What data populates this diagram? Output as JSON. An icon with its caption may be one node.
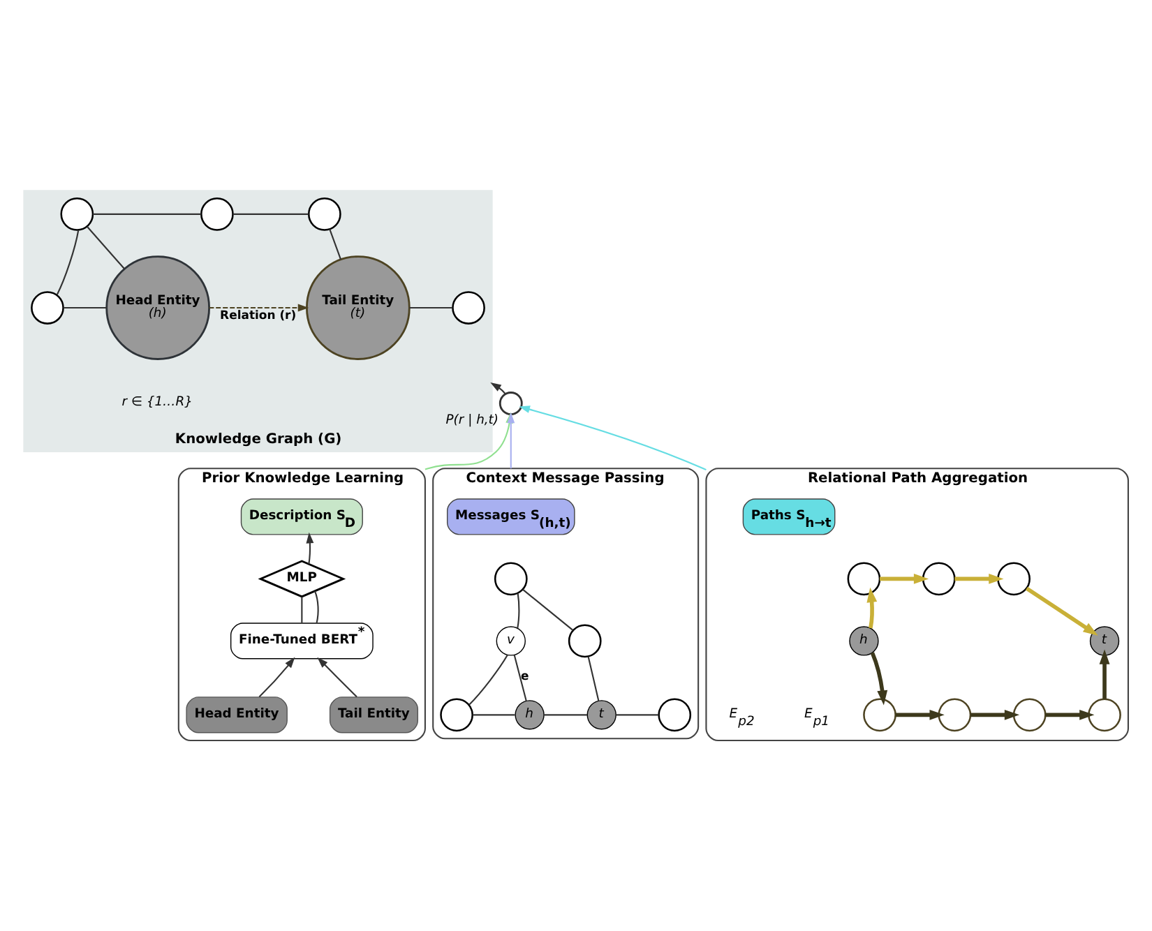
{
  "diagram": {
    "nodes": [
      {
        "text": [
          "Knowledge Graph (G)"
        ]
      },
      {
        "text": [],
        "shape": "circle",
        "in": 0
      },
      {
        "text": [],
        "shape": "circle",
        "in": 0
      },
      {
        "text": [],
        "shape": "circle",
        "in": 0
      },
      {
        "text": [],
        "shape": "circle",
        "in": 0
      },
      {
        "text": [
          "Head Entity",
          "(h)"
        ],
        "in": 0
      },
      {
        "text": [
          "Tail Entity",
          "(t)"
        ],
        "in": 0
      },
      {
        "text": [],
        "shape": "circle",
        "in": 0
      },
      {
        "text": [],
        "shape": "circle",
        "beside": [
          "P(r | h,t)"
        ]
      },
      {
        "text": [
          "Prior Knowledge Learning"
        ]
      },
      {
        "text": [
          "Description S$_{D}$"
        ],
        "in": 9
      },
      {
        "text": [
          "MLP"
        ],
        "in": 9
      },
      {
        "text": [
          "Fine-Tuned BERT$^{*}$"
        ],
        "in": 9
      },
      {
        "text": [
          "Head Entity"
        ],
        "in": 9
      },
      {
        "text": [
          "Tail Entity"
        ],
        "in": 9
      },
      {
        "text": [
          "Context Message Passing"
        ]
      },
      {
        "text": [
          "Messages S$_{(h,t)}$"
        ],
        "in": 15
      },
      {
        "text": [],
        "shape": "circle",
        "in": 15
      },
      {
        "text": [
          "v"
        ],
        "in": 15
      },
      {
        "text": [],
        "shape": "circle",
        "in": 15
      },
      {
        "text": [],
        "shape": "circle",
        "in": 15
      },
      {
        "text": [
          "h"
        ],
        "in": 15
      },
      {
        "text": [
          "t"
        ],
        "in": 15
      },
      {
        "text": [],
        "shape": "circle",
        "in": 15
      },
      {
        "text": [
          "Relational Path Aggregation"
        ]
      },
      {
        "text": [
          "Paths S$_{h→t}$"
        ],
        "in": 24
      },
      {
        "text": [],
        "shape": "circle",
        "in": 24
      },
      {
        "text": [],
        "shape": "circle",
        "in": 24
      },
      {
        "text": [],
        "shape": "circle",
        "in": 24
      },
      {
        "text": [
          "h"
        ],
        "in": 24
      },
      {
        "text": [
          "t"
        ],
        "in": 24
      },
      {
        "text": [],
        "shape": "circle",
        "in": 24
      },
      {
        "text": [],
        "shape": "circle",
        "in": 24
      },
      {
        "text": [],
        "shape": "circle",
        "in": 24
      },
      {
        "text": [],
        "shape": "circle",
        "in": 24
      }
    ],
    "edges": [
      {
        "from": 4,
        "to": 1,
        "arrow": "none"
      },
      {
        "from": 1,
        "to": 2,
        "arrow": "none"
      },
      {
        "from": 2,
        "to": 3,
        "arrow": "none"
      },
      {
        "from": 5,
        "to": 1,
        "arrow": "none"
      },
      {
        "from": 6,
        "to": 3,
        "arrow": "none"
      },
      {
        "from": 4,
        "to": 5,
        "arrow": "none"
      },
      {
        "from": 5,
        "to": 6,
        "arrow": "to",
        "label": "Relation (r)",
        "style": "dashed",
        "color": "#4d4322"
      },
      {
        "from": 6,
        "to": 7,
        "arrow": "none"
      },
      {
        "from": 8,
        "to": 0,
        "arrow": "to"
      },
      {
        "from": 9,
        "to": 8,
        "arrow": "to",
        "color": "#90e090"
      },
      {
        "from": 15,
        "to": 8,
        "arrow": "to",
        "color": "#a8b0f0"
      },
      {
        "from": 24,
        "to": 8,
        "arrow": "to",
        "color": "#66dde3"
      },
      {
        "from": 13,
        "to": 12,
        "arrow": "to"
      },
      {
        "from": 14,
        "to": 12,
        "arrow": "to"
      },
      {
        "from": 12,
        "to": 11,
        "arrow": "none"
      },
      {
        "from": 12,
        "to": 11,
        "arrow": "none"
      },
      {
        "from": 11,
        "to": 10,
        "arrow": "to"
      },
      {
        "from": 18,
        "to": 17,
        "arrow": "none"
      },
      {
        "from": 19,
        "to": 17,
        "arrow": "none"
      },
      {
        "from": 20,
        "to": 18,
        "arrow": "none"
      },
      {
        "from": 21,
        "to": 18,
        "arrow": "none",
        "label": "e"
      },
      {
        "from": 20,
        "to": 21,
        "arrow": "none"
      },
      {
        "from": 21,
        "to": 22,
        "arrow": "none"
      },
      {
        "from": 22,
        "to": 19,
        "arrow": "none"
      },
      {
        "from": 22,
        "to": 23,
        "arrow": "none"
      },
      {
        "from": 29,
        "to": 26,
        "arrow": "to",
        "style": "thick",
        "color": "#c9b037"
      },
      {
        "from": 26,
        "to": 27,
        "arrow": "to",
        "style": "thick",
        "color": "#c9b037"
      },
      {
        "from": 27,
        "to": 28,
        "arrow": "to",
        "style": "thick",
        "color": "#c9b037"
      },
      {
        "from": 28,
        "to": 30,
        "arrow": "to",
        "style": "thick",
        "color": "#c9b037"
      },
      {
        "from": 29,
        "to": 31,
        "arrow": "to",
        "style": "thick",
        "color": "#3d391c"
      },
      {
        "from": 31,
        "to": 32,
        "arrow": "to",
        "style": "thick",
        "color": "#3d391c"
      },
      {
        "from": 32,
        "to": 33,
        "arrow": "to",
        "style": "thick",
        "color": "#3d391c"
      },
      {
        "from": 33,
        "to": 34,
        "arrow": "to",
        "style": "thick",
        "color": "#3d391c"
      },
      {
        "from": 34,
        "to": 30,
        "arrow": "to",
        "style": "thick",
        "color": "#3d391c"
      }
    ],
    "labels": [
      "r ∈ {1…R}",
      "E$_{p1}$",
      "E$_{p2}$"
    ]
  }
}
